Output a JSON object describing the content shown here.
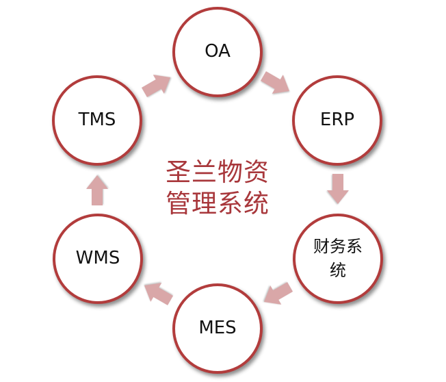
{
  "diagram": {
    "center_title": "圣兰物资管理系统",
    "nodes": [
      {
        "id": "oa",
        "label": "OA"
      },
      {
        "id": "erp",
        "label": "ERP"
      },
      {
        "id": "finance",
        "label": "财务系统"
      },
      {
        "id": "mes",
        "label": "MES"
      },
      {
        "id": "wms",
        "label": "WMS"
      },
      {
        "id": "tms",
        "label": "TMS"
      }
    ],
    "colors": {
      "circle_border": "#b23c3c",
      "arrow_fill": "#d9a7a8",
      "center_text": "#a8373b"
    }
  }
}
